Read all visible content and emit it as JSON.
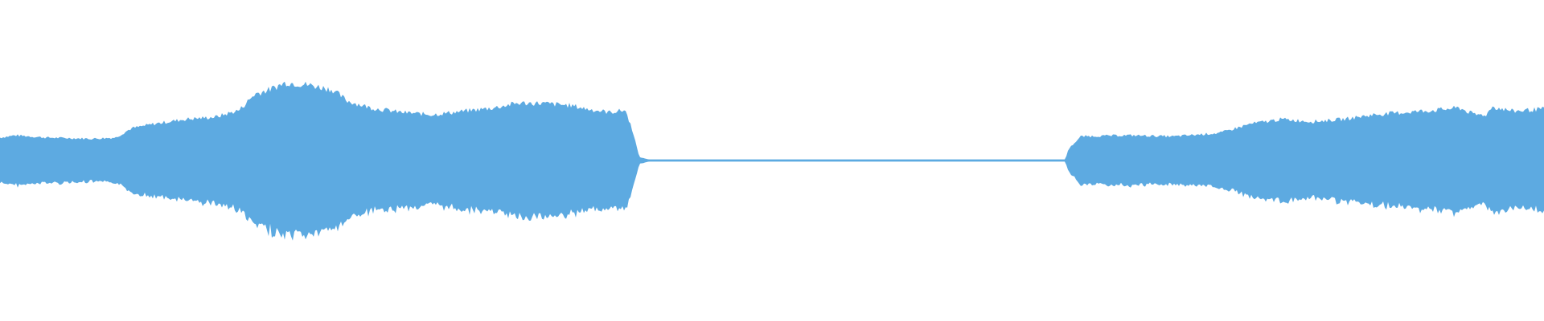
{
  "waveform": {
    "color": "#5DAAE1",
    "background": "#FFFFFF",
    "segments": [
      {
        "start": 0.0,
        "end": 0.412,
        "state": "audio"
      },
      {
        "start": 0.412,
        "end": 0.69,
        "state": "silence"
      },
      {
        "start": 0.69,
        "end": 1.0,
        "state": "audio"
      }
    ],
    "envelope": [
      [
        0.0,
        0.2
      ],
      [
        0.01,
        0.22
      ],
      [
        0.03,
        0.2
      ],
      [
        0.06,
        0.19
      ],
      [
        0.075,
        0.2
      ],
      [
        0.085,
        0.28
      ],
      [
        0.1,
        0.32
      ],
      [
        0.12,
        0.36
      ],
      [
        0.14,
        0.38
      ],
      [
        0.155,
        0.44
      ],
      [
        0.165,
        0.58
      ],
      [
        0.175,
        0.62
      ],
      [
        0.185,
        0.68
      ],
      [
        0.2,
        0.66
      ],
      [
        0.215,
        0.62
      ],
      [
        0.225,
        0.52
      ],
      [
        0.24,
        0.46
      ],
      [
        0.26,
        0.42
      ],
      [
        0.28,
        0.4
      ],
      [
        0.3,
        0.43
      ],
      [
        0.32,
        0.46
      ],
      [
        0.335,
        0.5
      ],
      [
        0.35,
        0.5
      ],
      [
        0.36,
        0.49
      ],
      [
        0.37,
        0.48
      ],
      [
        0.38,
        0.45
      ],
      [
        0.395,
        0.42
      ],
      [
        0.405,
        0.44
      ],
      [
        0.41,
        0.25
      ],
      [
        0.414,
        0.03
      ],
      [
        0.42,
        0.01
      ],
      [
        0.69,
        0.01
      ],
      [
        0.692,
        0.1
      ],
      [
        0.7,
        0.21
      ],
      [
        0.73,
        0.22
      ],
      [
        0.76,
        0.21
      ],
      [
        0.79,
        0.24
      ],
      [
        0.81,
        0.32
      ],
      [
        0.83,
        0.36
      ],
      [
        0.85,
        0.34
      ],
      [
        0.87,
        0.36
      ],
      [
        0.89,
        0.4
      ],
      [
        0.91,
        0.42
      ],
      [
        0.93,
        0.44
      ],
      [
        0.945,
        0.46
      ],
      [
        0.955,
        0.4
      ],
      [
        0.963,
        0.4
      ],
      [
        0.966,
        0.47
      ],
      [
        0.98,
        0.43
      ],
      [
        1.0,
        0.45
      ]
    ]
  }
}
